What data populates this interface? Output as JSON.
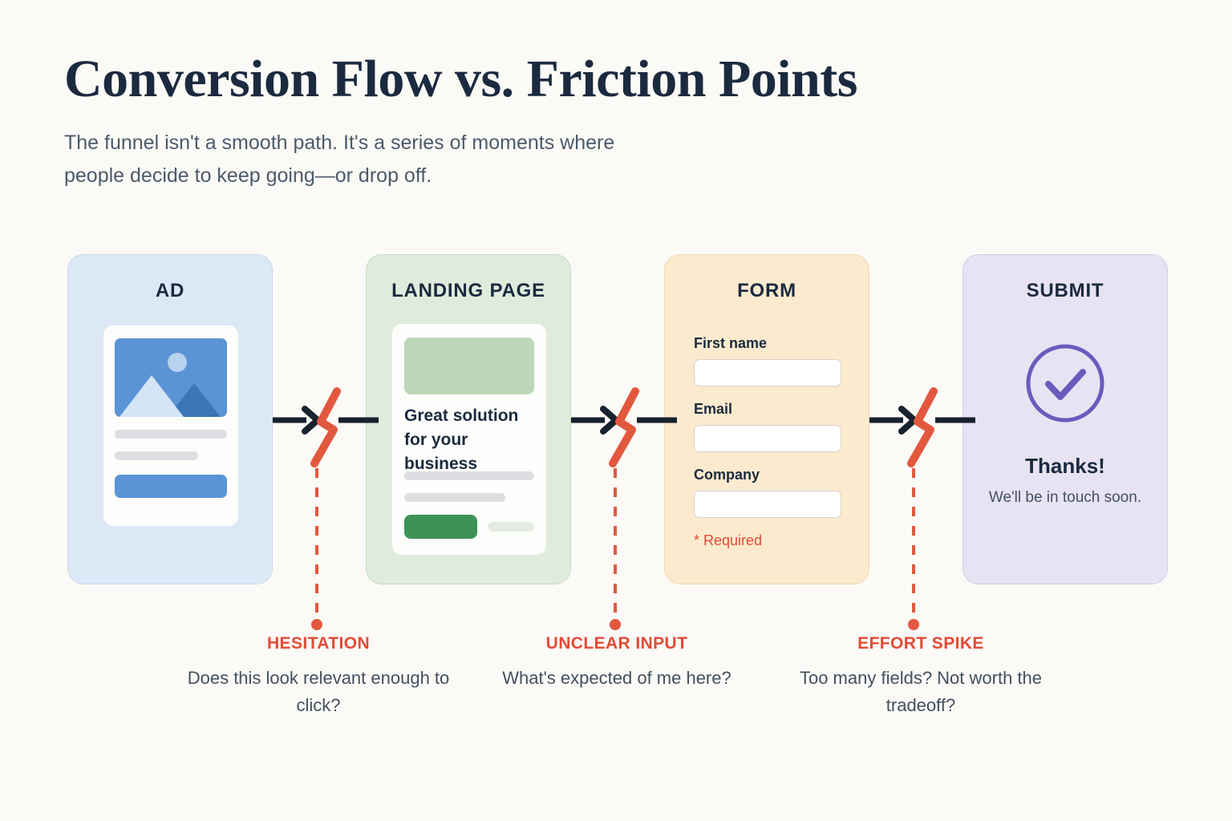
{
  "header": {
    "title": "Conversion Flow vs. Friction Points",
    "subtitle": "The funnel isn't a smooth path. It's a series of moments where people decide to keep going—or drop off."
  },
  "colors": {
    "page_background": "#fbfaf6",
    "title_navy": "#1b2a3f",
    "friction_red": "#e24b35",
    "connector_dark": "#18212e",
    "ad_blue": "#5b94d6",
    "landing_green": "#3d9257",
    "submit_purple": "#6a5bbd"
  },
  "stages": [
    {
      "id": "ad",
      "title": "AD",
      "card_bg": "#dde8f6",
      "mock": {
        "image_icon": "picture-placeholder-icon",
        "text_lines": 2,
        "button": "cta-button"
      }
    },
    {
      "id": "landing",
      "title": "LANDING PAGE",
      "card_bg": "#dfecdd",
      "mock": {
        "hero": "hero-block",
        "headline": "Great solution for your business",
        "text_lines": 2,
        "button": "cta-button",
        "secondary_pill": "secondary-pill"
      }
    },
    {
      "id": "form",
      "title": "FORM",
      "card_bg": "#fbeace",
      "fields": [
        {
          "label": "First name",
          "value": "",
          "placeholder": ""
        },
        {
          "label": "Email",
          "value": "",
          "placeholder": ""
        },
        {
          "label": "Company",
          "value": "",
          "placeholder": ""
        }
      ],
      "required_note": "* Required"
    },
    {
      "id": "submit",
      "title": "SUBMIT",
      "card_bg": "#e7e3f2",
      "icon": "check-circle-icon",
      "heading": "Thanks!",
      "subtext": "We'll be in touch soon."
    }
  ],
  "connectors": [
    {
      "id": "connector-1",
      "arrow": "arrow-right-icon",
      "break": "friction-bolt-icon"
    },
    {
      "id": "connector-2",
      "arrow": "arrow-right-icon",
      "break": "friction-bolt-icon"
    },
    {
      "id": "connector-3",
      "arrow": "arrow-right-icon",
      "break": "friction-bolt-icon"
    }
  ],
  "friction_points": [
    {
      "title": "HESITATION",
      "description": "Does this look relevant enough to click?"
    },
    {
      "title": "UNCLEAR INPUT",
      "description": "What's expected of me here?"
    },
    {
      "title": "EFFORT SPIKE",
      "description": "Too many fields? Not worth the tradeoff?"
    }
  ]
}
